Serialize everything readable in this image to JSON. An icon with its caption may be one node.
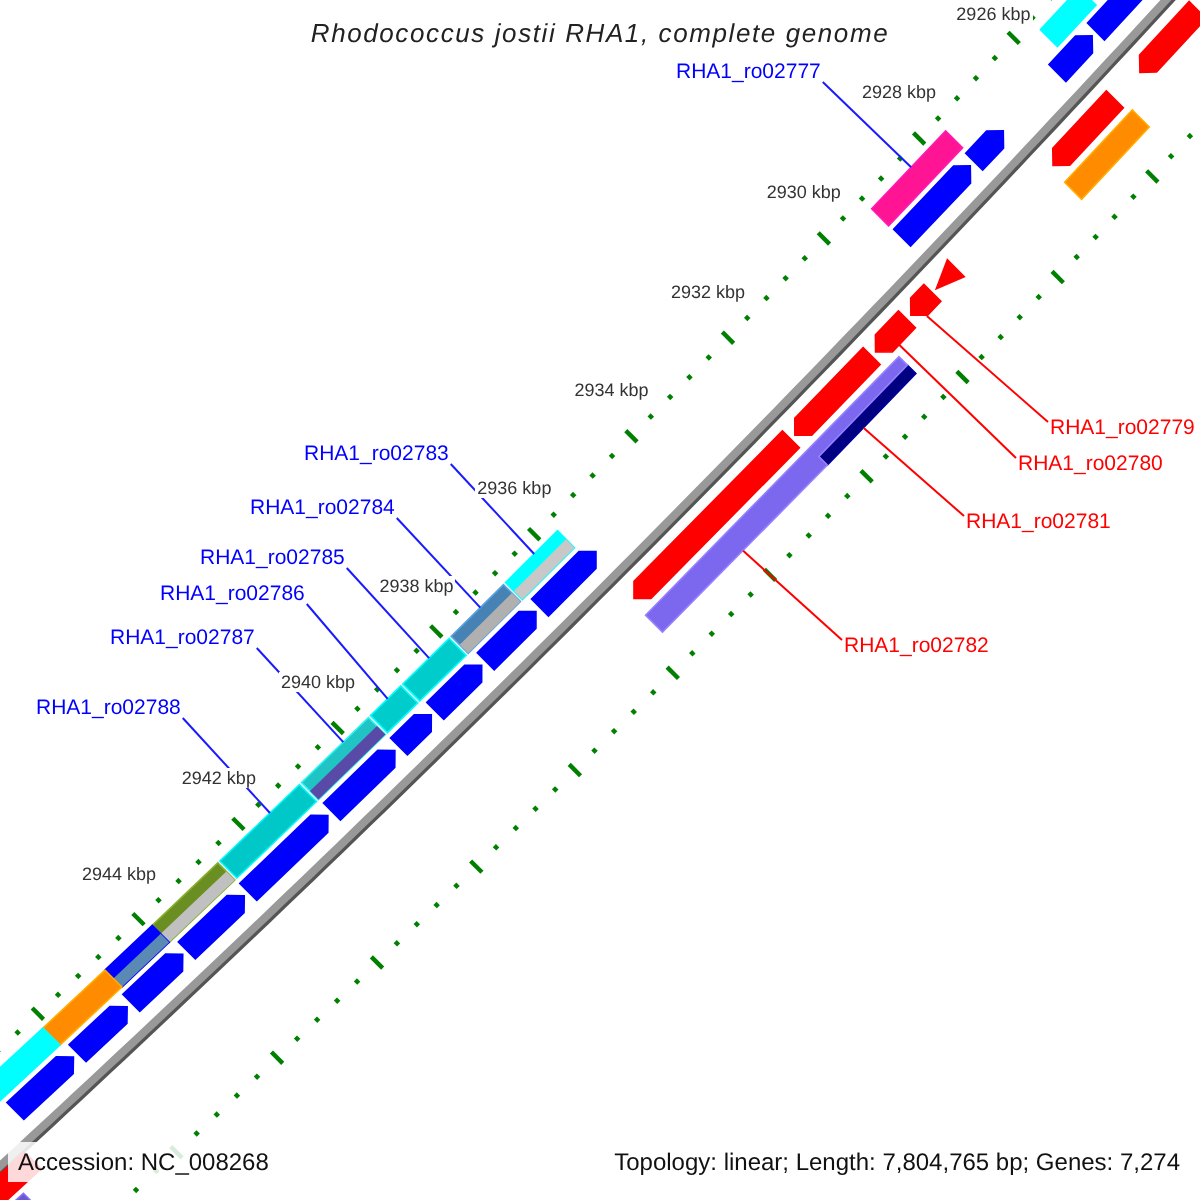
{
  "diagram": {
    "title": "Rhodococcus jostii RHA1, complete genome",
    "nodes": [
      {
        "text": [
          "RHA1_ro02777"
        ]
      },
      {
        "text": [
          "RHA1_ro02779"
        ]
      },
      {
        "text": [
          "RHA1_ro02783"
        ]
      },
      {
        "text": [
          "RHA1_ro02780"
        ]
      },
      {
        "text": [
          "RHA1_ro02784"
        ]
      },
      {
        "text": [
          "RHA1_ro02781"
        ]
      },
      {
        "text": [
          "RHA1_ro02785"
        ]
      },
      {
        "text": [
          "RHA1_ro02786"
        ]
      },
      {
        "text": [
          "RHA1_ro02787"
        ]
      },
      {
        "text": [
          "RHA1_ro02782"
        ]
      },
      {
        "text": [
          "RHA1_ro02788"
        ]
      },
      {
        "text": [],
        "shape": "bar"
      },
      {
        "text": [],
        "shape": "arrow"
      },
      {
        "text": [],
        "shape": "arrow"
      },
      {
        "text": [],
        "shape": "arrow"
      },
      {
        "text": [],
        "shape": "arrow"
      },
      {
        "text": [],
        "shape": "arrow"
      },
      {
        "text": [],
        "shape": "bar"
      },
      {
        "text": [],
        "shape": "bar"
      },
      {
        "text": [],
        "shape": "arrow"
      },
      {
        "text": [],
        "shape": "arrow"
      },
      {
        "text": [],
        "shape": "arrow"
      },
      {
        "text": [],
        "shape": "arrow"
      },
      {
        "text": [],
        "shape": "arrow"
      },
      {
        "text": [],
        "shape": "bar"
      },
      {
        "text": [],
        "shape": "bar"
      },
      {
        "text": [],
        "shape": "arrow"
      },
      {
        "text": [],
        "shape": "bar"
      },
      {
        "text": [],
        "shape": "arrow"
      },
      {
        "text": [],
        "shape": "bar"
      },
      {
        "text": [],
        "shape": "arrow"
      },
      {
        "text": [],
        "shape": "bar"
      },
      {
        "text": [],
        "shape": "arrow"
      },
      {
        "text": [],
        "shape": "bar"
      },
      {
        "text": [],
        "shape": "arrow"
      },
      {
        "text": [],
        "shape": "bar"
      },
      {
        "text": [],
        "shape": "arrow"
      },
      {
        "text": [],
        "shape": "bar"
      },
      {
        "text": [],
        "shape": "arrow"
      },
      {
        "text": [],
        "shape": "bar"
      },
      {
        "text": [],
        "shape": "arrow"
      },
      {
        "text": [],
        "shape": "bar"
      },
      {
        "text": [],
        "shape": "arrow"
      },
      {
        "text": [],
        "shape": "bar"
      },
      {
        "text": [],
        "shape": "arrow"
      },
      {
        "text": [],
        "shape": "bar"
      },
      {
        "text": [],
        "shape": "arrow"
      },
      {
        "text": [],
        "shape": "arrow"
      },
      {
        "text": [],
        "shape": "bar"
      }
    ],
    "edges": [
      {
        "from": 0,
        "to": 18,
        "arrow": "none"
      },
      {
        "from": 1,
        "to": 21,
        "arrow": "none",
        "color": "#ff0000"
      },
      {
        "from": 2,
        "to": 27,
        "arrow": "none"
      },
      {
        "from": 3,
        "to": 22,
        "arrow": "none",
        "color": "#ff0000"
      },
      {
        "from": 4,
        "to": 29,
        "arrow": "none"
      },
      {
        "from": 5,
        "to": 24,
        "arrow": "none",
        "color": "#ff0000"
      },
      {
        "from": 6,
        "to": 31,
        "arrow": "none"
      },
      {
        "from": 7,
        "to": 33,
        "arrow": "none"
      },
      {
        "from": 8,
        "to": 35,
        "arrow": "none"
      },
      {
        "from": 9,
        "to": 25,
        "arrow": "none",
        "color": "#ff0000"
      },
      {
        "from": 10,
        "to": 37,
        "arrow": "none"
      }
    ],
    "labels": [
      "2926 kbp",
      "2928 kbp",
      "2930 kbp",
      "2932 kbp",
      "2934 kbp",
      "2936 kbp",
      "2938 kbp",
      "2940 kbp",
      "2942 kbp",
      "2944 kbp",
      "Accession: NC_008268",
      "Topology: linear; Length: 7,804,765 bp; Genes: 7,274"
    ]
  }
}
